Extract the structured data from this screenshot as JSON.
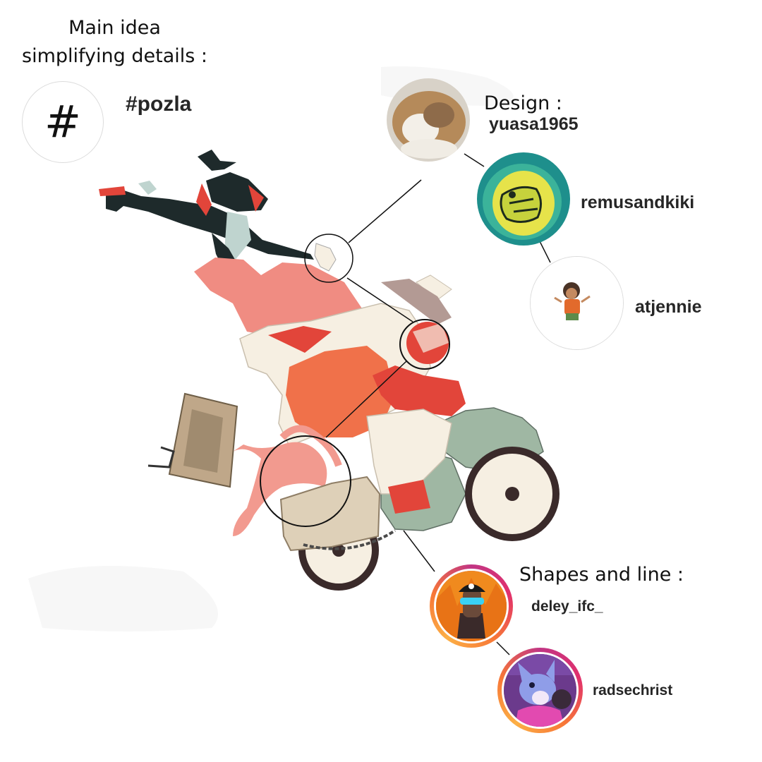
{
  "intro": {
    "line1": "Main idea",
    "line2": "simplifying details :"
  },
  "hashtag": {
    "symbol": "#",
    "tag": "#pozla"
  },
  "design_group": {
    "heading": "Design :",
    "accounts": [
      {
        "username": "yuasa1965",
        "avatar_icon": "cat-photo-avatar"
      },
      {
        "username": "remusandkiki",
        "avatar_icon": "yellow-creature-avatar"
      },
      {
        "username": "atjennie",
        "avatar_icon": "girl-figure-avatar"
      }
    ]
  },
  "shapes_group": {
    "heading": "Shapes and line :",
    "accounts": [
      {
        "username": "deley_ifc_",
        "avatar_icon": "visor-character-avatar"
      },
      {
        "username": "radsechrist",
        "avatar_icon": "wolf-character-avatar"
      }
    ]
  },
  "artwork": {
    "subject": "motorcycle-rider-illustration",
    "colors": {
      "salmon": "#f08c82",
      "red": "#e2453a",
      "orange": "#f0714a",
      "cream": "#f6efe2",
      "sage": "#9fb7a3",
      "dark": "#1e2a2b",
      "tan": "#bfa789"
    }
  }
}
